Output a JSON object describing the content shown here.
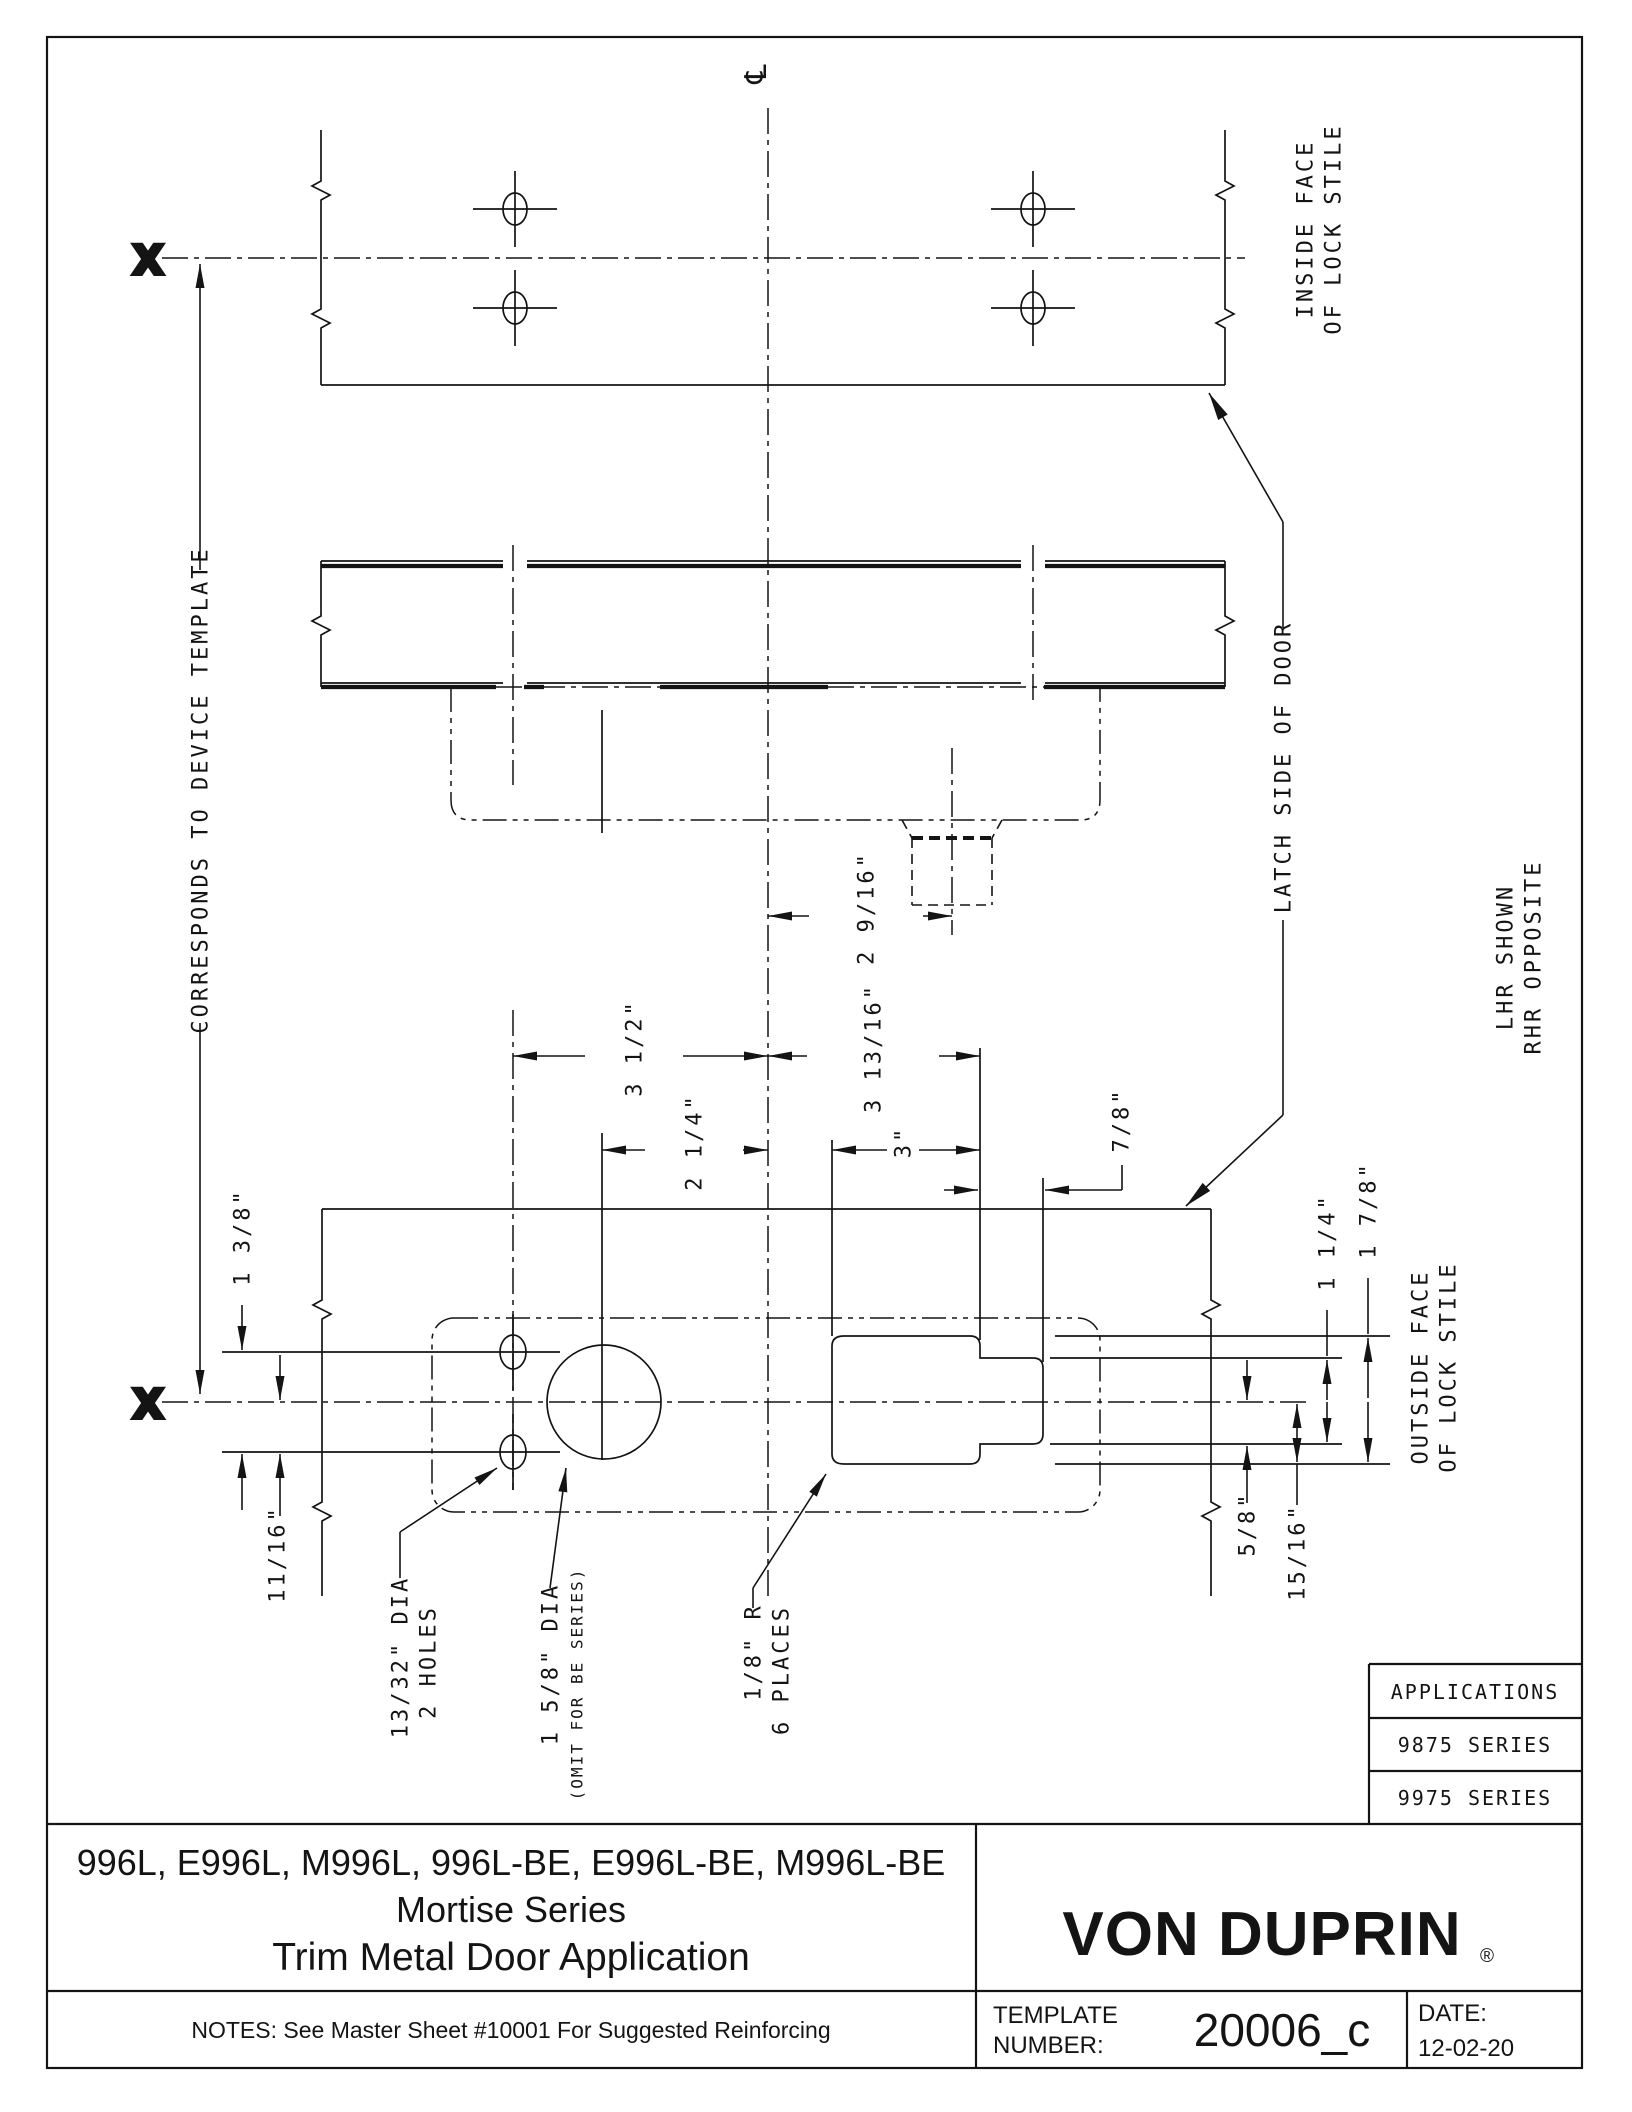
{
  "page": {
    "background": "#ffffff",
    "ink": "#141414"
  },
  "drawing": {
    "centerline_symbol": "℄",
    "x_marker": "X",
    "labels": {
      "inside_face_line1": "INSIDE FACE",
      "inside_face_line2": "OF LOCK STILE",
      "corresponds": "CORRESPONDS TO DEVICE TEMPLATE",
      "latch_side": "LATCH SIDE OF DOOR",
      "handing_line1": "LHR SHOWN",
      "handing_line2": "RHR OPPOSITE",
      "outside_face_line1": "OUTSIDE FACE",
      "outside_face_line2": "OF LOCK STILE",
      "holes_note_line1": "13/32\" DIA",
      "holes_note_line2": "2 HOLES",
      "bore_note_line1": "1 5/8\" DIA",
      "bore_note_line2": "(OMIT FOR BE SERIES)",
      "radius_note_line1": "1/8\" R",
      "radius_note_line2": "6 PLACES"
    },
    "dimensions": {
      "lever_center": "2 9/16\"",
      "holes_to_cl": "3 1/2\"",
      "cl_to_lever_end": "3 13/16\"",
      "bore_to_cl": "2 1/4\"",
      "lever_body": "3\"",
      "lever_tab": "7/8\"",
      "hole_spacing": "1 3/8\"",
      "hole_offset": "11/16\"",
      "cl_to_tab": "5/8\"",
      "cl_to_lever": "15/16\"",
      "tab_height": "1 1/4\"",
      "lever_height": "1 7/8\""
    }
  },
  "applications": {
    "header": "APPLICATIONS",
    "rows": [
      "9875 SERIES",
      "9975 SERIES"
    ]
  },
  "title_block": {
    "models": "996L, E996L, M996L, 996L-BE, E996L-BE, M996L-BE",
    "series": "Mortise Series",
    "application": "Trim Metal Door Application",
    "brand": "VON DUPRIN",
    "registered_mark": "®",
    "notes": "NOTES: See Master Sheet #10001 For Suggested Reinforcing",
    "template_label_line1": "TEMPLATE",
    "template_label_line2": "NUMBER:",
    "template_number": "20006_c",
    "date_label": "DATE:",
    "date_value": "12-02-20"
  }
}
